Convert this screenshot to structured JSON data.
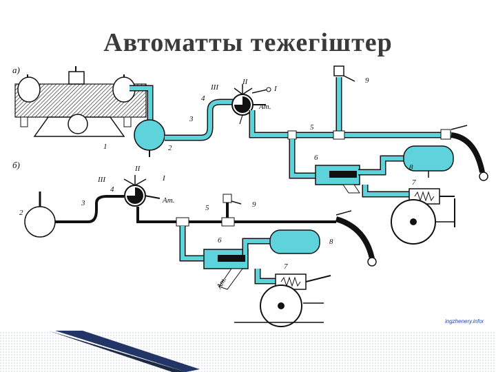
{
  "slide": {
    "title": "Автоматты тежегіштер",
    "watermark": "ingzhenery.infor"
  },
  "diagram": {
    "section_a": "а)",
    "section_b": "б)",
    "labels_a": {
      "n1": "1",
      "n2": "2",
      "n3": "3",
      "n4": "4",
      "n5": "5",
      "n6": "6",
      "n7": "7",
      "n8": "8",
      "n9": "9",
      "pos_I": "I",
      "pos_II": "II",
      "pos_III": "III",
      "atm": "Ат."
    },
    "labels_b": {
      "n2": "2",
      "n3": "3",
      "n4": "4",
      "n5": "5",
      "n6": "6",
      "n7": "7",
      "n8": "8",
      "n9": "9",
      "pos_I": "I",
      "pos_II": "II",
      "pos_III": "III",
      "atm": "Ат.",
      "atm_outlet": "Ат."
    }
  },
  "colors": {
    "pipe_fill": "#5fd3dc",
    "line": "#111111",
    "title": "#3a3a3a"
  }
}
